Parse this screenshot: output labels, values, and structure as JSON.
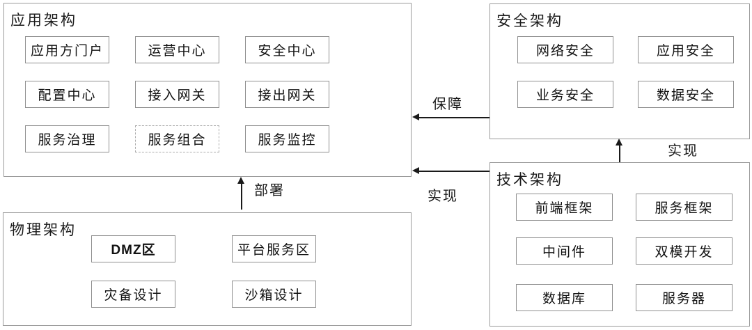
{
  "diagram": {
    "type": "architecture-block-diagram",
    "groups": [
      {
        "title": "应用架构",
        "items": [
          {
            "label": "应用方门户"
          },
          {
            "label": "运营中心"
          },
          {
            "label": "安全中心"
          },
          {
            "label": "配置中心"
          },
          {
            "label": "接入网关"
          },
          {
            "label": "接出网关"
          },
          {
            "label": "服务治理"
          },
          {
            "label": "服务组合",
            "border": "dashed"
          },
          {
            "label": "服务监控"
          }
        ]
      },
      {
        "title": "安全架构",
        "items": [
          {
            "label": "网络安全"
          },
          {
            "label": "应用安全"
          },
          {
            "label": "业务安全"
          },
          {
            "label": "数据安全"
          }
        ]
      },
      {
        "title": "技术架构",
        "items": [
          {
            "label": "前端框架"
          },
          {
            "label": "服务框架"
          },
          {
            "label": "中间件"
          },
          {
            "label": "双模开发"
          },
          {
            "label": "数据库"
          },
          {
            "label": "服务器"
          }
        ]
      },
      {
        "title": "物理架构",
        "items": [
          {
            "label": "DMZ区"
          },
          {
            "label": "平台服务区"
          },
          {
            "label": "灾备设计"
          },
          {
            "label": "沙箱设计"
          }
        ]
      }
    ],
    "arrows": [
      {
        "label": "保障",
        "from": "安全架构",
        "to": "应用架构",
        "direction": "left"
      },
      {
        "label": "实现",
        "from": "技术架构",
        "to": "应用架构",
        "direction": "left"
      },
      {
        "label": "实现",
        "from": "技术架构",
        "to": "安全架构",
        "direction": "up"
      },
      {
        "label": "部署",
        "from": "物理架构",
        "to": "应用架构",
        "direction": "up"
      }
    ],
    "colors": {
      "background": "#ffffff",
      "box_border": "#9a9a9a",
      "text": "#1a1a1a",
      "arrow": "#1a1a1a"
    }
  }
}
